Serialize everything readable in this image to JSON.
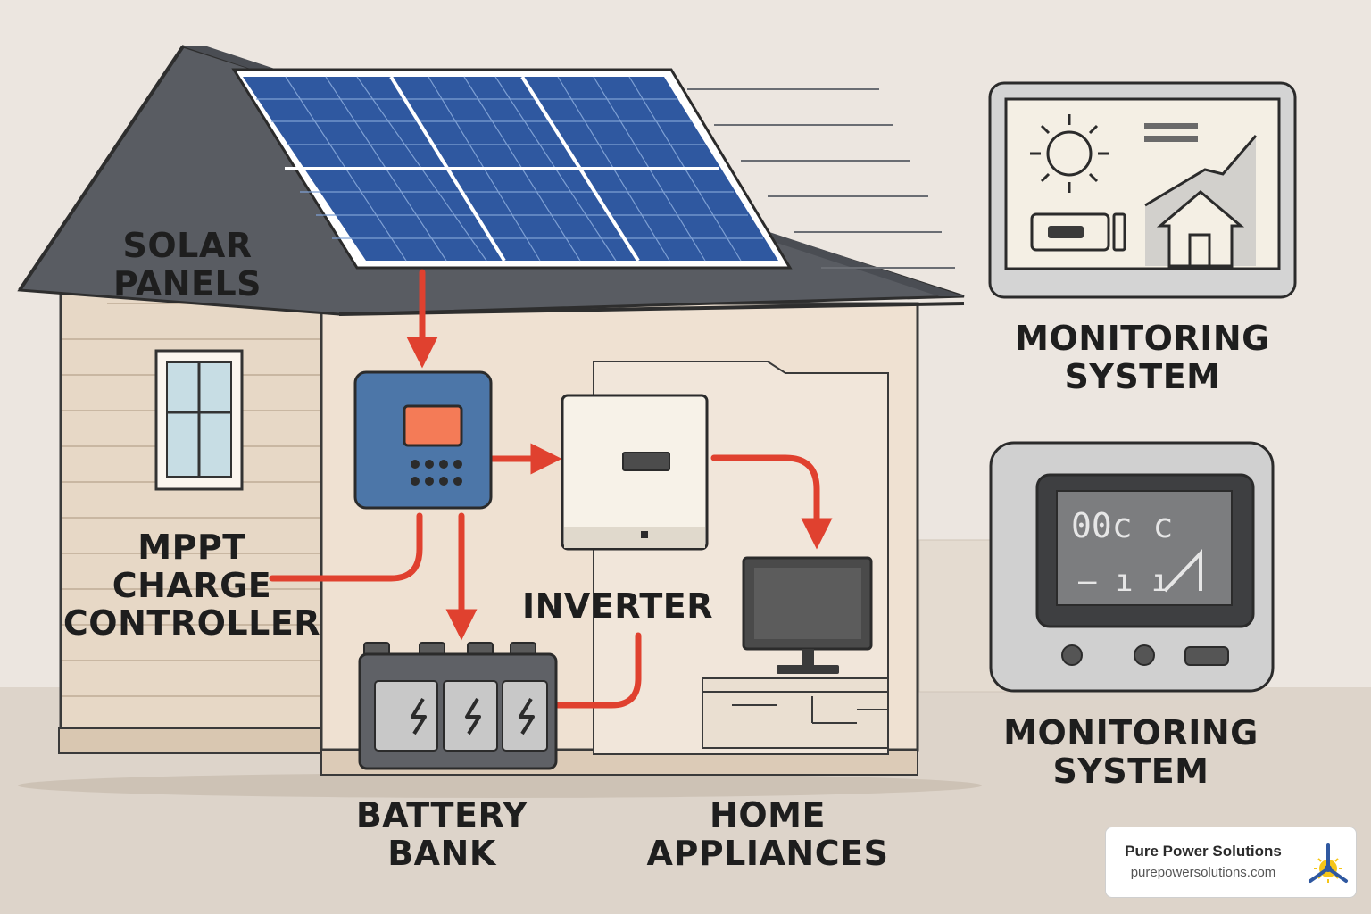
{
  "labels": {
    "solar_panels": [
      "SOLAR",
      "PANELS"
    ],
    "mppt": [
      "MPPT",
      "CHARGE",
      "CONTROLLER"
    ],
    "inverter": [
      "INVERTER"
    ],
    "battery_bank": [
      "BATTERY",
      "BANK"
    ],
    "home_appliances": [
      "HOME",
      "APPLIANCES"
    ],
    "monitoring_top": [
      "MONITORING",
      "SYSTEM"
    ],
    "monitoring_bottom": [
      "MONITORING",
      "SYSTEM"
    ]
  },
  "brand": {
    "name": "Pure Power Solutions",
    "url": "purepowersolutions.com",
    "logo_icon": "sun-tripod-logo-icon"
  },
  "meter_display": {
    "row1": "00c c",
    "row2": "— ı ı"
  },
  "colors": {
    "background": "#ece6e0",
    "arrow": "#e0412f",
    "panel": "#2f58a0",
    "roof": "#5b5e64",
    "siding": "#e7d8c6",
    "controller": "#4c76a8",
    "controller_screen": "#f47b57"
  }
}
